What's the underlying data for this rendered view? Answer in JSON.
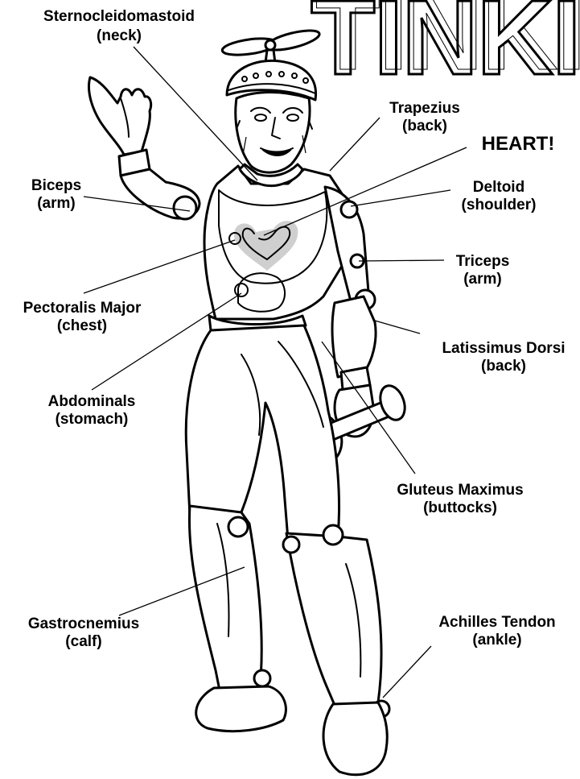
{
  "title": "TINKID",
  "labels": [
    {
      "id": "sternocleidomastoid",
      "name": "Sternocleidomastoid",
      "desc": "(neck)"
    },
    {
      "id": "trapezius",
      "name": "Trapezius",
      "desc": "(back)"
    },
    {
      "id": "heart",
      "name": "HEART!",
      "desc": ""
    },
    {
      "id": "biceps",
      "name": "Biceps",
      "desc": "(arm)"
    },
    {
      "id": "deltoid",
      "name": "Deltoid",
      "desc": "(shoulder)"
    },
    {
      "id": "triceps",
      "name": "Triceps",
      "desc": "(arm)"
    },
    {
      "id": "pectoralis",
      "name": "Pectoralis Major",
      "desc": "(chest)"
    },
    {
      "id": "latissimus",
      "name": "Latissimus Dorsi",
      "desc": "(back)"
    },
    {
      "id": "abdominals",
      "name": "Abdominals",
      "desc": "(stomach)"
    },
    {
      "id": "gluteus",
      "name": "Gluteus Maximus",
      "desc": "(buttocks)"
    },
    {
      "id": "gastrocnemius",
      "name": "Gastrocnemius",
      "desc": "(calf)"
    },
    {
      "id": "achilles",
      "name": "Achilles Tendon",
      "desc": "(ankle)"
    }
  ]
}
